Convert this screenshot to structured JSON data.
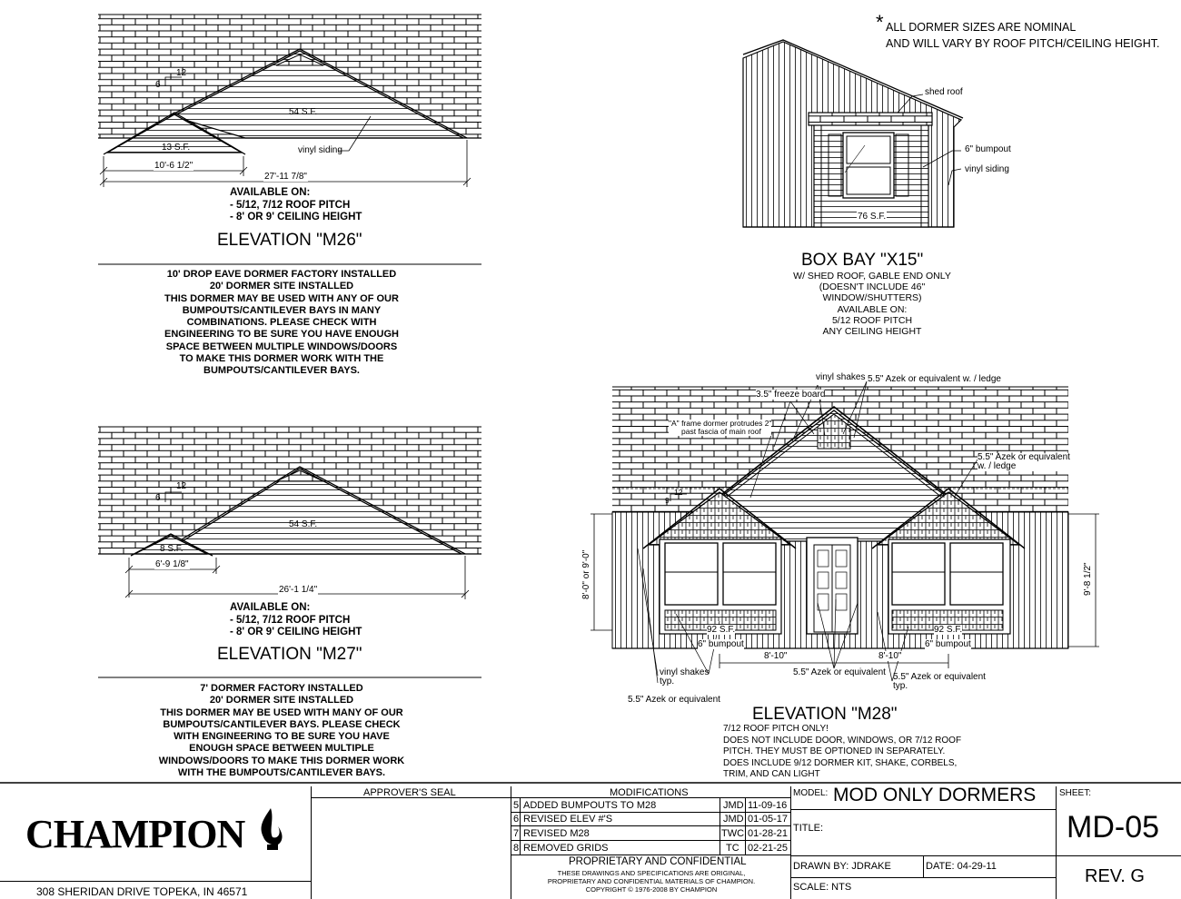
{
  "m26": {
    "pitch_rise": "6",
    "pitch_run": "12",
    "area_main": "54 S.F.",
    "area_small": "13 S.F.",
    "label_siding": "vinyl siding",
    "dim_small": "10'-6 1/2\"",
    "dim_total": "27'-11 7/8\"",
    "available": [
      "AVAILABLE ON:",
      "- 5/12, 7/12 ROOF PITCH",
      "- 8' OR 9' CEILING HEIGHT"
    ],
    "title": "ELEVATION \"M26\"",
    "notes": [
      "10' DROP EAVE DORMER FACTORY INSTALLED",
      "20' DORMER SITE INSTALLED",
      "THIS DORMER MAY BE USED WITH ANY OF OUR",
      "BUMPOUTS/CANTILEVER BAYS IN MANY",
      "COMBINATIONS.  PLEASE CHECK WITH",
      "ENGINEERING TO BE SURE YOU HAVE ENOUGH",
      "SPACE BETWEEN MULTIPLE WINDOWS/DOORS",
      "TO MAKE THIS DORMER WORK WITH THE",
      "BUMPOUTS/CANTILEVER BAYS."
    ]
  },
  "m27": {
    "pitch_rise": "6",
    "pitch_run": "12",
    "area_main": "54 S.F.",
    "area_small": "8 S.F.",
    "dim_small": "6'-9 1/8\"",
    "dim_total": "26'-1 1/4\"",
    "available": [
      "AVAILABLE ON:",
      "- 5/12, 7/12 ROOF PITCH",
      "- 8' OR 9' CEILING HEIGHT"
    ],
    "title": "ELEVATION \"M27\"",
    "notes": [
      "7' DORMER FACTORY INSTALLED",
      "20' DORMER SITE INSTALLED",
      "THIS DORMER MAY BE USED WITH MANY OF OUR",
      "BUMPOUTS/CANTILEVER BAYS.  PLEASE CHECK",
      "WITH ENGINEERING TO BE SURE YOU HAVE",
      "ENOUGH SPACE BETWEEN MULTIPLE",
      "WINDOWS/DOORS TO MAKE THIS DORMER WORK",
      "WITH THE BUMPOUTS/CANTILEVER BAYS."
    ]
  },
  "nominal_note": [
    "ALL DORMER SIZES ARE NOMINAL",
    "AND WILL VARY BY ROOF PITCH/CEILING HEIGHT."
  ],
  "asterisk": "*",
  "x15": {
    "label_shed": "shed roof",
    "label_bumpout": "6\" bumpout",
    "label_siding": "vinyl siding",
    "area": "76 S.F.",
    "title": "BOX BAY \"X15\"",
    "notes": [
      "W/ SHED ROOF, GABLE END ONLY",
      "(DOESN'T INCLUDE 46\"",
      "WINDOW/SHUTTERS)",
      "AVAILABLE ON:",
      "5/12 ROOF PITCH",
      "ANY CEILING HEIGHT"
    ]
  },
  "m28": {
    "label_shakes_top": "vinyl shakes",
    "label_azek_ledge_top": "5.5\" Azek or equivalent w. / ledge",
    "label_freeze": "3.5\" freeze board",
    "label_frame": [
      "\"A\" frame dormer protrudes 2\"",
      "past fascia of main roof"
    ],
    "label_azek_ledge_right": [
      "5.5\" Azek or equivalent",
      "w. / ledge"
    ],
    "pitch_rise": "9",
    "pitch_run": "12",
    "dim_left_height": "8'-0\" or 9'-0\"",
    "dim_right_height": "9'-8 1/2\"",
    "area_left": "92 S.F.",
    "area_right": "92 S.F.",
    "bumpout_left": "6\" bumpout",
    "bumpout_right": "6\" bumpout",
    "dim_left_width": "8'-10\"",
    "dim_right_width": "8'-10\"",
    "label_shakes_typ": [
      "vinyl shakes",
      "typ."
    ],
    "label_azek_bottom_left": "5.5\" Azek or equivalent",
    "label_azek_center": "5.5\" Azek or equivalent",
    "label_azek_typ": [
      "5.5\" Azek or equivalent",
      "typ."
    ],
    "title": "ELEVATION \"M28\"",
    "notes": [
      "7/12 ROOF PITCH ONLY!",
      "DOES NOT INCLUDE DOOR, WINDOWS, OR 7/12 ROOF",
      "PITCH. THEY MUST BE OPTIONED IN SEPARATELY.",
      "DOES INCLUDE 9/12 DORMER KIT, SHAKE, CORBELS,",
      "TRIM, AND CAN LIGHT"
    ]
  },
  "title_block": {
    "logo": "CHAMPION",
    "address": "308 SHERIDAN DRIVE TOPEKA, IN  46571",
    "approvers_seal": "APPROVER'S SEAL",
    "modifications_header": "MODIFICATIONS",
    "modifications": [
      {
        "num": "5",
        "desc": "ADDED BUMPOUTS TO M28",
        "by": "JMD",
        "date": "11-09-16"
      },
      {
        "num": "6",
        "desc": "REVISED ELEV #'S",
        "by": "JMD",
        "date": "01-05-17"
      },
      {
        "num": "7",
        "desc": "REVISED M28",
        "by": "TWC",
        "date": "01-28-21"
      },
      {
        "num": "8",
        "desc": "REMOVED GRIDS",
        "by": "TC",
        "date": "02-21-25"
      }
    ],
    "proprietary_title": "PROPRIETARY AND CONFIDENTIAL",
    "proprietary_lines": [
      "THESE DRAWINGS AND SPECIFICATIONS ARE ORIGINAL,",
      "PROPRIETARY AND CONFIDENTIAL MATERIALS OF CHAMPION.",
      "COPYRIGHT © 1976-2008 BY CHAMPION"
    ],
    "model_label": "MODEL:",
    "model_value": "MOD ONLY DORMERS",
    "title_label": "TITLE:",
    "drawn_by": "DRAWN BY:  JDRAKE",
    "date": "DATE: 04-29-11",
    "scale": "SCALE: NTS",
    "sheet_label": "SHEET:",
    "sheet_value": "MD-05",
    "rev": "REV. G"
  }
}
